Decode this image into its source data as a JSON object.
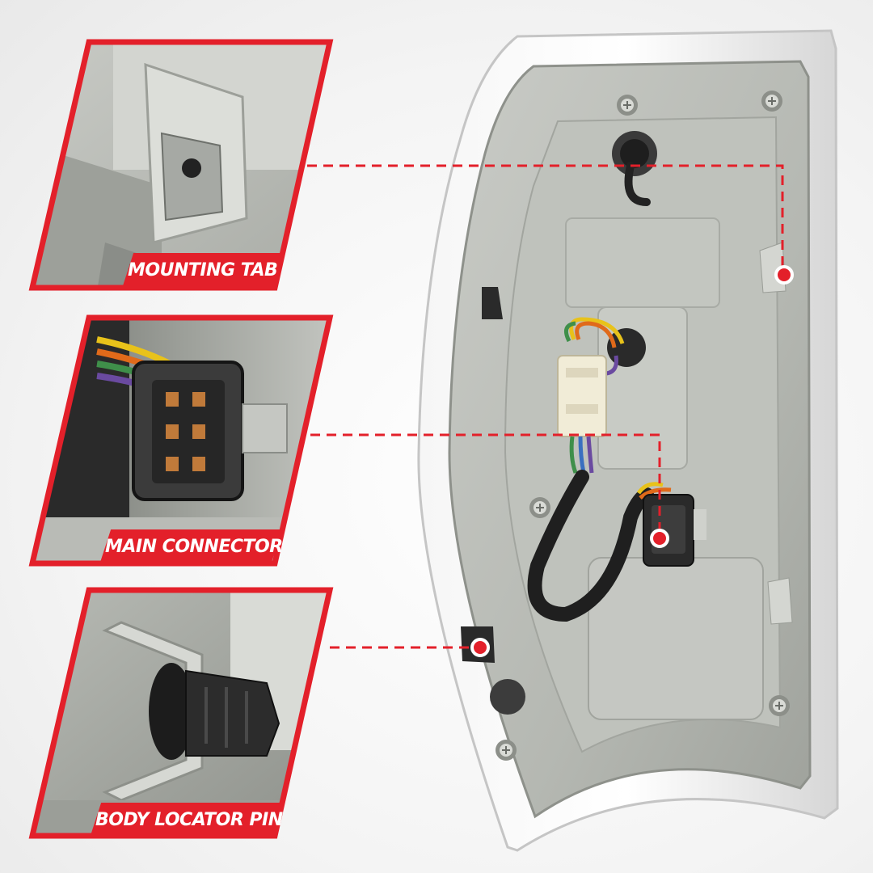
{
  "callouts": [
    {
      "label": "MOUNTING TAB"
    },
    {
      "label": "MAIN CONNECTOR"
    },
    {
      "label": "BODY LOCATOR PIN"
    }
  ],
  "colors": {
    "accent": "#e3202a",
    "housing": "#b9bcb7",
    "wire_yellow": "#e8c21a",
    "wire_orange": "#e06a1a",
    "wire_green": "#3f8f4a",
    "wire_purple": "#6a4aa0",
    "wire_blue": "#3a6fc0"
  }
}
